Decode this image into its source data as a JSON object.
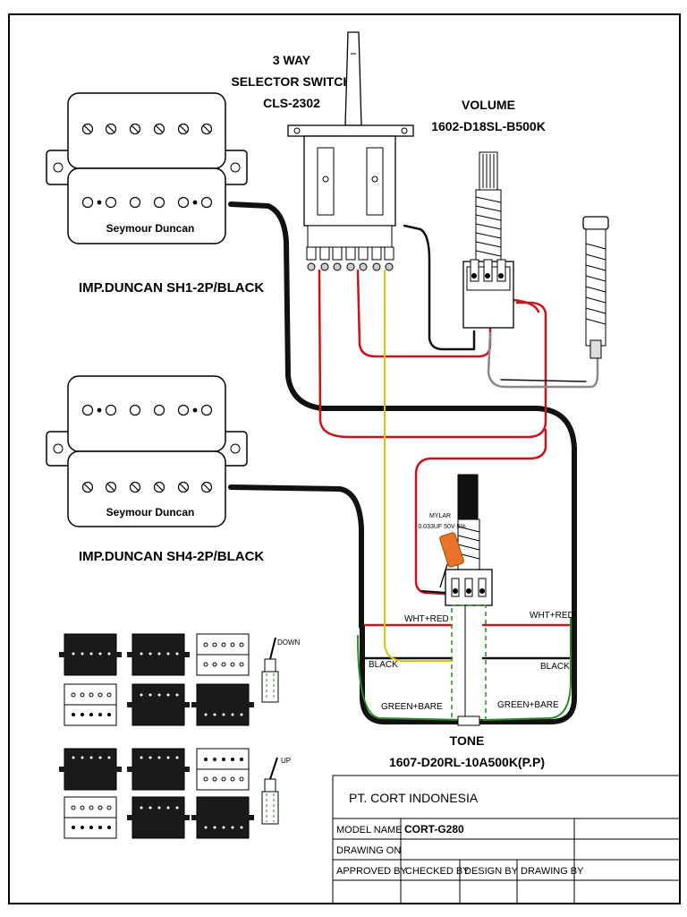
{
  "switch_label": {
    "line1": "3 WAY",
    "line2": "SELECTOR SWITCH",
    "line3": "CLS-2302"
  },
  "volume_label": {
    "line1": "VOLUME",
    "line2": "1602-D18SL-B500K"
  },
  "tone_label": {
    "line1": "TONE",
    "line2": "1607-D20RL-10A500K(P.P)"
  },
  "neck_pickup": {
    "brand": "Seymour Duncan",
    "model": "IMP.DUNCAN SH1-2P/BLACK"
  },
  "bridge_pickup": {
    "brand": "Seymour Duncan",
    "model": "IMP.DUNCAN SH4-2P/BLACK"
  },
  "capacitor": {
    "line1": "MYLAR",
    "line2": "0.033UF 50V 5%"
  },
  "wire_labels": {
    "wht_red_left": "WHT+RED",
    "wht_red_right": "WHT+RED",
    "black_left": "BLACK",
    "black_right": "BLACK",
    "green_bare_left": "GREEN+BARE",
    "green_bare_right": "GREEN+BARE"
  },
  "legend": {
    "down": "DOWN",
    "up": "UP"
  },
  "title_block": {
    "company": "PT. CORT INDONESIA",
    "model_name_label": "MODEL NAME",
    "model_name_value": "CORT-G280",
    "drawing_on_label": "DRAWING ON",
    "approved_by_label": "APPROVED BY",
    "checked_by_label": "CHECKED BY",
    "design_by_label": "DESIGN BY",
    "drawing_by_label": "DRAWING BY"
  },
  "colors": {
    "hot": "#c8141e",
    "ground": "#111111",
    "green": "#2a8a2a",
    "yellow": "#d8c600",
    "shield": "#8a8a8a",
    "capacitor": "#e8742a"
  }
}
